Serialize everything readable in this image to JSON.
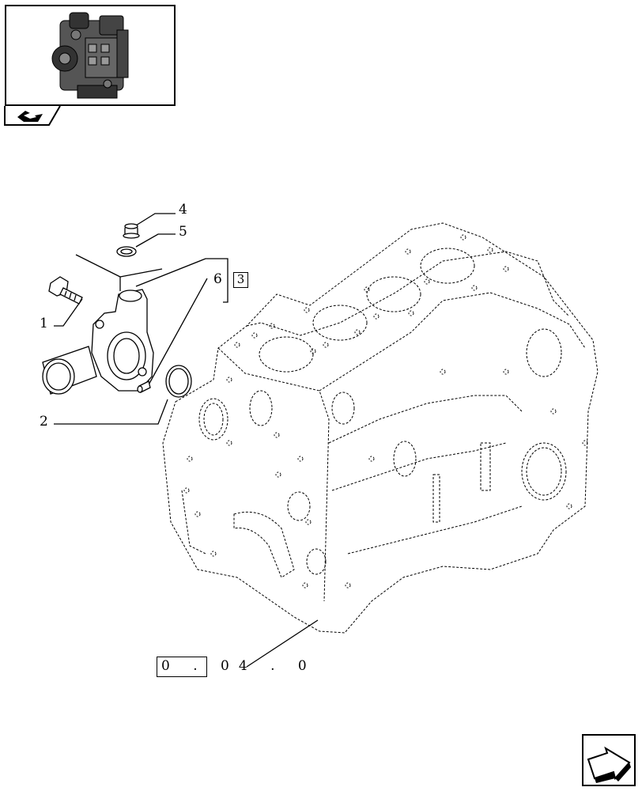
{
  "callouts": {
    "c1": "1",
    "c2": "2",
    "c4": "4",
    "c5": "5",
    "c6": "6",
    "section_ref": "3"
  },
  "reference": {
    "text": "0 . 04 . 0"
  },
  "icons": {
    "thumbnail": "engine-thumbnail-icon",
    "tab": "book-arrow-icon",
    "nav": "next-arrow-icon"
  },
  "colors": {
    "line": "#000000",
    "background": "#ffffff"
  }
}
